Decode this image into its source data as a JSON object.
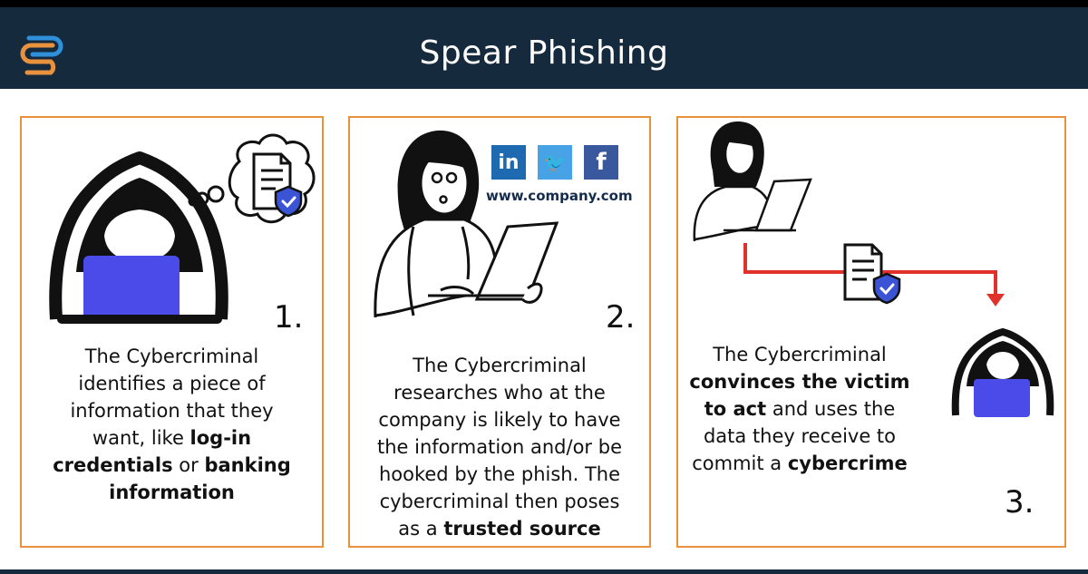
{
  "header": {
    "title": "Spear Phishing"
  },
  "colors": {
    "header_bg": "#162a3d",
    "accent_orange": "#e8923e",
    "screen_blue": "#4b4bea",
    "arrow_red": "#e0312b",
    "shield_blue": "#3b54d6"
  },
  "steps": [
    {
      "number": "1.",
      "lines": [
        [
          {
            "t": "The Cybercriminal",
            "b": false
          }
        ],
        [
          {
            "t": "identifies a piece of",
            "b": false
          }
        ],
        [
          {
            "t": "information that they",
            "b": false
          }
        ],
        [
          {
            "t": "want, like ",
            "b": false
          },
          {
            "t": "log-in",
            "b": true
          }
        ],
        [
          {
            "t": "credentials",
            "b": true
          },
          {
            "t": " or ",
            "b": false
          },
          {
            "t": "banking",
            "b": true
          }
        ],
        [
          {
            "t": "information",
            "b": true
          }
        ]
      ]
    },
    {
      "number": "2.",
      "website": "www.company.com",
      "social_icons": [
        {
          "name": "linkedin-icon",
          "glyph": "in",
          "color": "#1d6ab0"
        },
        {
          "name": "twitter-icon",
          "glyph": "🐦",
          "color": "#47a2e6"
        },
        {
          "name": "facebook-icon",
          "glyph": "f",
          "color": "#3a589e"
        }
      ],
      "lines": [
        [
          {
            "t": "The Cybercriminal",
            "b": false
          }
        ],
        [
          {
            "t": "researches who at the",
            "b": false
          }
        ],
        [
          {
            "t": "company is likely to have",
            "b": false
          }
        ],
        [
          {
            "t": "the information and/or be",
            "b": false
          }
        ],
        [
          {
            "t": "hooked by the phish. The",
            "b": false
          }
        ],
        [
          {
            "t": "cybercriminal then poses",
            "b": false
          }
        ],
        [
          {
            "t": "as a ",
            "b": false
          },
          {
            "t": "trusted source",
            "b": true
          }
        ]
      ]
    },
    {
      "number": "3.",
      "lines": [
        [
          {
            "t": "The Cybercriminal",
            "b": false
          }
        ],
        [
          {
            "t": "convinces the victim",
            "b": true
          }
        ],
        [
          {
            "t": "to act",
            "b": true
          },
          {
            "t": " and uses the",
            "b": false
          }
        ],
        [
          {
            "t": "data they receive to",
            "b": false
          }
        ],
        [
          {
            "t": "commit a ",
            "b": false
          },
          {
            "t": "cybercrime",
            "b": true
          }
        ]
      ]
    }
  ]
}
